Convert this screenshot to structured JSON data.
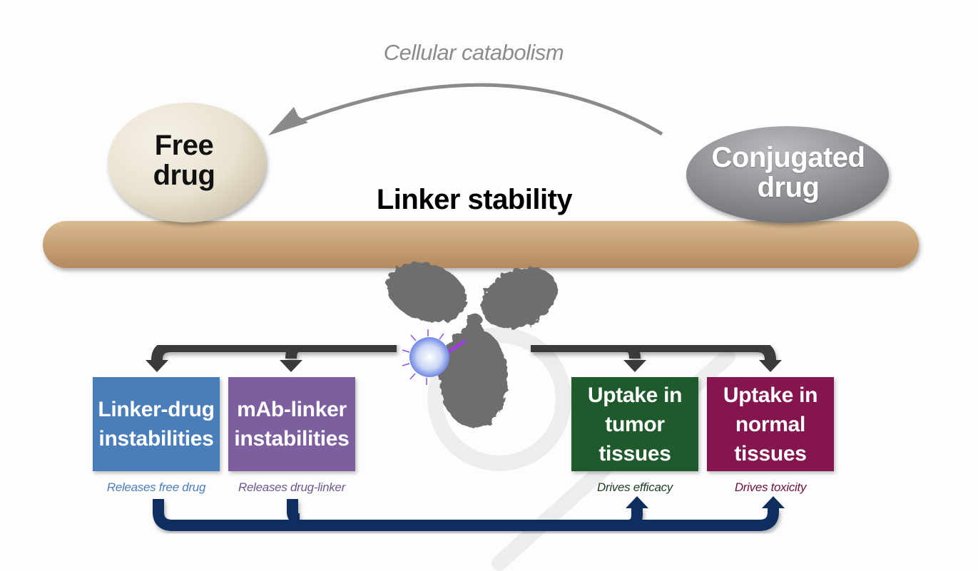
{
  "diagram": {
    "title": "Linker stability",
    "cycle_label": "Cellular catabolism",
    "balance": {
      "left_pebble": {
        "label_line1": "Free",
        "label_line2": "drug"
      },
      "right_pebble": {
        "label_line1": "Conjugated",
        "label_line2": "drug"
      },
      "fulcrum": "antibody-drug-conjugate"
    },
    "boxes": [
      {
        "line1": "Linker-drug",
        "line2": "instabilities",
        "line3": "",
        "caption": "Releases free drug",
        "color": "#4a7ebb",
        "caption_color": "#4a7ebb"
      },
      {
        "line1": "mAb-linker",
        "line2": "instabilities",
        "line3": "",
        "caption": "Releases drug-linker",
        "color": "#7d5fa0",
        "caption_color": "#6f5690"
      },
      {
        "line1": "Uptake in",
        "line2": "tumor",
        "line3": "tissues",
        "caption": "Drives efficacy",
        "color": "#1f5a2c",
        "caption_color": "#1d3d24"
      },
      {
        "line1": "Uptake in",
        "line2": "normal",
        "line3": "tissues",
        "caption": "Drives toxicity",
        "color": "#84154e",
        "caption_color": "#6e1040"
      }
    ],
    "colors": {
      "upper_arrows": "#3a3a3a",
      "lower_arrows": "#0e2f5e",
      "catabolism_arrow": "#8a8a8a",
      "plank": "#c9a57c"
    }
  }
}
